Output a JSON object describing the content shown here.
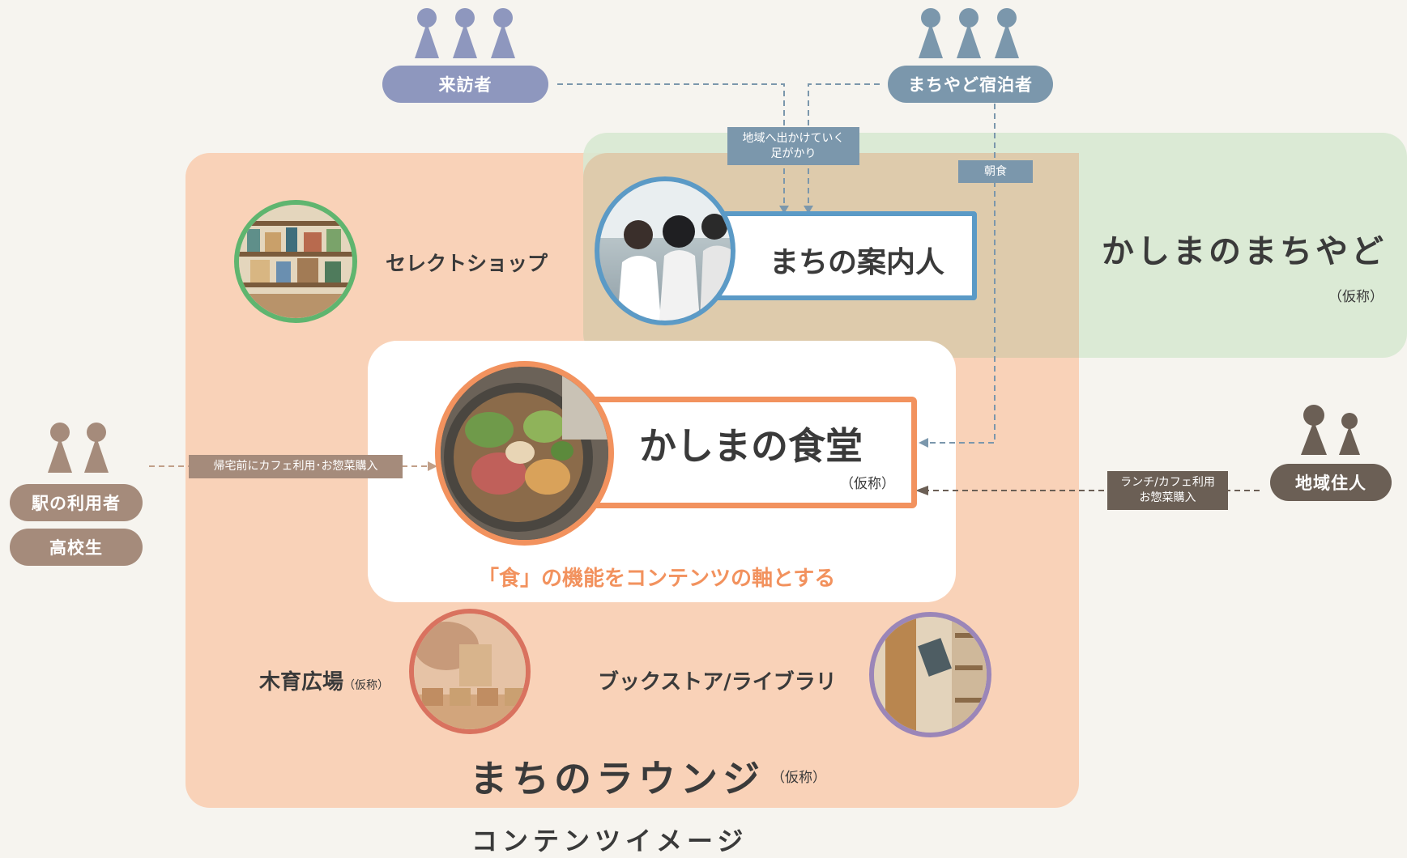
{
  "groups": {
    "visitor": "来訪者",
    "guest": "まちやど宿泊者",
    "station_user": "駅の利用者",
    "student": "高校生",
    "resident": "地域住人"
  },
  "flows": {
    "outing": "地域へ出かけていく\n足がかり",
    "breakfast": "朝食",
    "commuter": "帰宅前にカフェ利用･お惣菜購入",
    "resident": "ランチ/カフェ利用\nお惣菜購入"
  },
  "areas": {
    "machiyado_title": "かしまのまちやど",
    "machiyado_note": "（仮称）",
    "lounge_title": "まちのラウンジ",
    "lounge_note": "（仮称）"
  },
  "contents": {
    "guide": "まちの案内人",
    "shokudo": "かしまの食堂",
    "shokudo_note": "（仮称）",
    "food_axis": "「食」の機能をコンテンツの軸とする",
    "select_shop": "セレクトショップ",
    "wood_plaza": "木育広場",
    "wood_plaza_note": "（仮称）",
    "bookstore": "ブックストア/ライブラリ"
  },
  "caption": "コンテンツイメージ",
  "colors": {
    "lounge": "#f9d2b8",
    "machiyado": "#d7e8d2",
    "visitor": "#8e97be",
    "guest": "#7b97ac",
    "local": "#a58b7b",
    "resident": "#6b5f55",
    "food_accent": "#f2925e",
    "guide_accent": "#5b9ac6",
    "shop_ring": "#5fb56f",
    "wood_ring": "#d9725f",
    "book_ring": "#9b86b8"
  }
}
